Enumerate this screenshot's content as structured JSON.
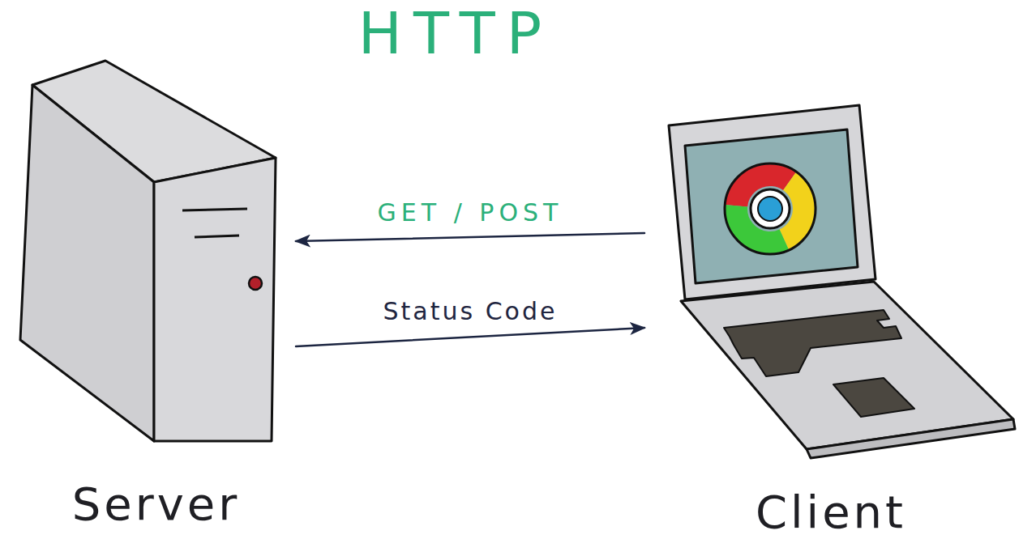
{
  "diagram": {
    "title": "HTTP",
    "nodes": [
      {
        "text": [
          "Server"
        ]
      },
      {
        "text": [
          "Client"
        ]
      }
    ],
    "edges": [
      {
        "from": 1,
        "to": 0,
        "label": "GET / POST",
        "arrow": "to"
      },
      {
        "from": 0,
        "to": 1,
        "label": "Status Code",
        "arrow": "to"
      }
    ]
  }
}
